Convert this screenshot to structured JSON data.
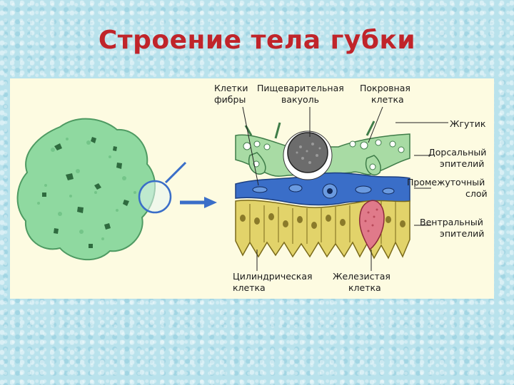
{
  "title": "Строение тела губки",
  "labels": {
    "fiber_cells": [
      "Клетки",
      "фибры"
    ],
    "digestive_vacuole": [
      "Пищеварительная",
      "вакуоль"
    ],
    "cover_cell": [
      "Покровная",
      "клетка"
    ],
    "flagellum": [
      "Жгутик"
    ],
    "dorsal_epithelium": [
      "Дорсальный",
      "эпителий"
    ],
    "intermediate_layer": [
      "Промежуточный",
      "слой"
    ],
    "ventral_epithelium": [
      "Вентральный",
      "эпителий"
    ],
    "cylindrical_cell": [
      "Цилиндрическая",
      "клетка"
    ],
    "glandular_cell": [
      "Железистая",
      "клетка"
    ]
  },
  "colors": {
    "title": "#c0242a",
    "sponge_body": "#8fd9a0",
    "dorsal_layer": "#a8dba4",
    "intermediate_layer": "#3a6ec8",
    "ventral_layer": "#e2d36a",
    "glandular_cell": "#e07a8a",
    "arrow": "#3a6ec8"
  }
}
